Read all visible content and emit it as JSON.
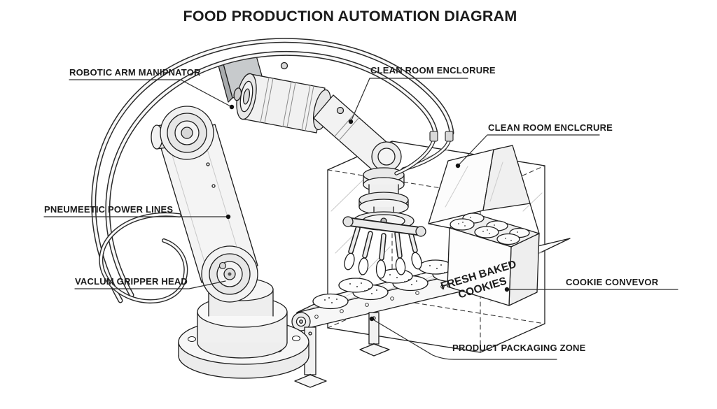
{
  "title": "FOOD PRODUCTION AUTOMATION DIAGRAM",
  "labels": {
    "robotic_arm": "ROBOTIC ARM MANIPNATOR",
    "clean_room_top": "CLEAN ROOM ENCLORURE",
    "clean_room_right": "CLEAN ROOM ENCLCRURE",
    "pneumatic_lines": "PNEUMEETIC POWER LINES",
    "vacuum_gripper": "VACLUM GRIPPER HEAD",
    "cookie_conveyor": "COOKIE CONVEVOR",
    "packaging_zone": "PRODUCT PACKAGING ZONE"
  },
  "box_label": {
    "line1": "FRESH BAKED",
    "line2": "COOKIES"
  },
  "colors": {
    "background": "#ffffff",
    "line": "#1d1d1d",
    "label_text": "#1b1b1b",
    "metal_light": "#f4f4f4",
    "metal_shade": "#e6e6e6",
    "metal_dark": "#c7cacc",
    "glass_shine": "#c9c9c9"
  }
}
